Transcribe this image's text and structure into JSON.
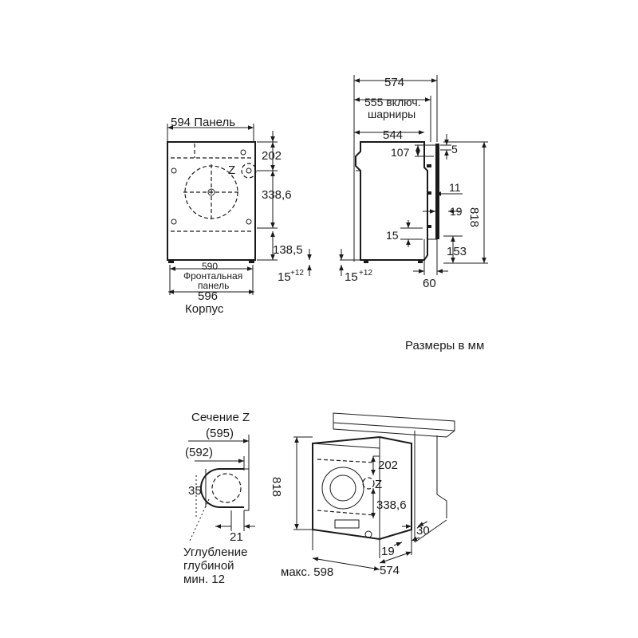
{
  "front_view": {
    "panel_width": "594 Панель",
    "dim_top": "202",
    "z_marker": "Z",
    "dim_drum": "338,6",
    "dim_bottom": "138,5",
    "dim_feet": "15",
    "dim_feet_sup": "+12",
    "front_panel_width": "590",
    "front_panel_label_1": "Фронтальная",
    "front_panel_label_2": "панель",
    "body_width": "596",
    "body_label": "Корпус"
  },
  "side_view": {
    "depth_total": "574",
    "depth_hinges_1": "555 включ.",
    "depth_hinges_2": "шарниры",
    "depth_body": "544",
    "dim_107": "107",
    "dim_5": "5",
    "dim_11": "11",
    "dim_19": "19",
    "height": "818",
    "dim_15": "15",
    "dim_153": "153",
    "dim_feet": "15",
    "dim_feet_sup": "+12",
    "dim_60": "60"
  },
  "units_note": "Размеры в мм",
  "section_z": {
    "title": "Сечение Z",
    "dim_595": "(595)",
    "dim_592": "(592)",
    "dim_35": "35",
    "dim_21": "21",
    "recess_1": "Углубление",
    "recess_2": "глубиной",
    "recess_3": "мин. 12"
  },
  "install_view": {
    "height": "818",
    "dim_top": "202",
    "z_marker": "Z",
    "dim_drum": "338,6",
    "dim_30": "30",
    "dim_19": "19",
    "max_width": "макс. 598",
    "depth": "574"
  }
}
